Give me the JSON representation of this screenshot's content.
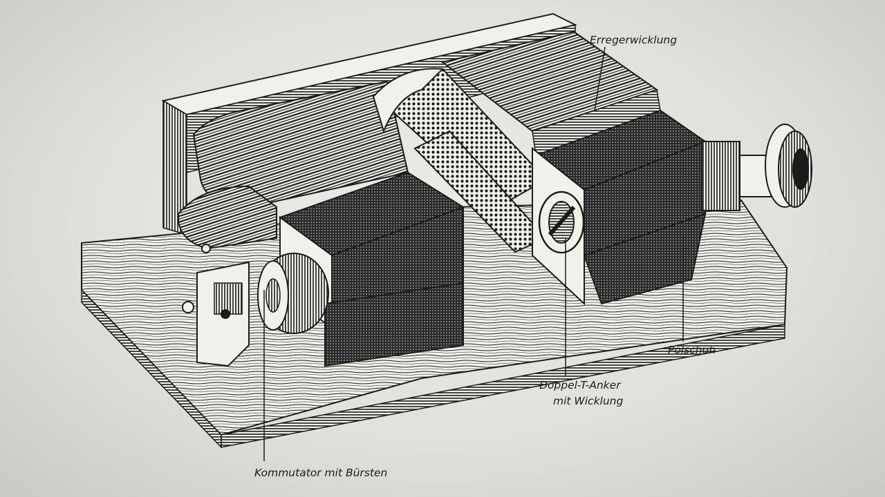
{
  "diagram": {
    "labels": {
      "field_winding": "Erregerwicklung",
      "pole_shoe": "Polschuh",
      "armature_line1": "Doppel-T-Anker",
      "armature_line2": "mit Wicklung",
      "commutator": "Kommutator mit Bürsten"
    }
  },
  "colors": {
    "background": "#e2e3dd",
    "ink": "#1b1b1b",
    "paper": "#f1f1ec"
  }
}
